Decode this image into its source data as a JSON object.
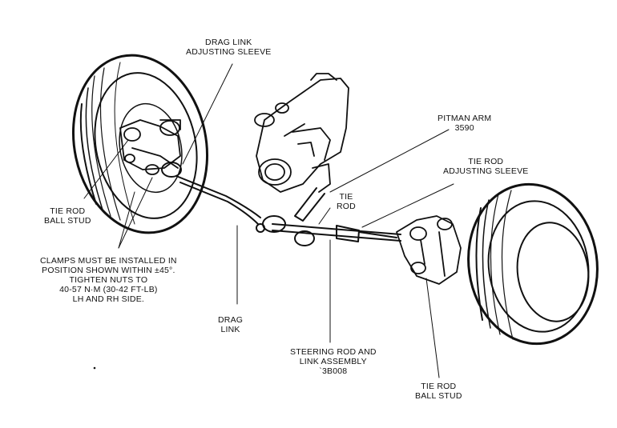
{
  "labels": {
    "drag_link_sleeve": [
      "DRAG LINK",
      "ADJUSTING SLEEVE"
    ],
    "pitman_arm": [
      "PITMAN ARM",
      "3590"
    ],
    "tie_rod_sleeve": [
      "TIE ROD",
      "ADJUSTING SLEEVE"
    ],
    "tie_rod": [
      "TIE",
      "ROD"
    ],
    "tie_rod_ball_stud_left": [
      "TIE ROD",
      "BALL STUD"
    ],
    "clamps_note": [
      "CLAMPS MUST BE INSTALLED IN",
      "POSITION SHOWN WITHIN ±45°.",
      "TIGHTEN NUTS TO",
      "40-57 N·m (30-42 FT-LB)",
      "LH AND RH SIDE."
    ],
    "drag_link": [
      "DRAG",
      "LINK"
    ],
    "steering_rod": [
      "STEERING ROD AND",
      "LINK ASSEMBLY",
      "`3B008"
    ],
    "tie_rod_ball_stud_right": [
      "TIE ROD",
      "BALL STUD"
    ]
  }
}
